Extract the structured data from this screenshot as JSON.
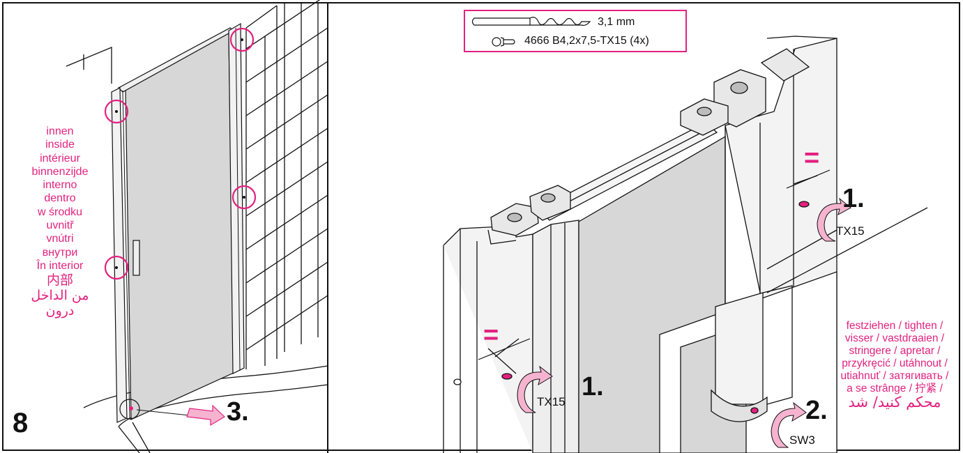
{
  "step": {
    "number": "8"
  },
  "inside_labels": [
    "innen",
    "inside",
    "intérieur",
    "binnenzijde",
    "interno",
    "dentro",
    "w środku",
    "uvnitř",
    "vnútri",
    "внутри",
    "În interior",
    "内部",
    "من الداخل",
    "درون"
  ],
  "hardware": {
    "drill": "3,1 mm",
    "screw": "4666 B4,2x7,5-TX15 (4x)"
  },
  "sub_steps": {
    "one": "1.",
    "two": "2.",
    "three": "3."
  },
  "tools": {
    "tx15": "TX15",
    "sw3": "SW3"
  },
  "equal_sign": "=",
  "tighten_lines": [
    "festziehen / tighten /",
    "visser / vastdraaien /",
    "stringere / apretar /",
    "przykręcić / utáhnout /",
    "utiahnuť / затягивать /",
    "a se strânge / 拧紧 /",
    "محکم کنید/ شد"
  ],
  "colors": {
    "accent": "#e2217f",
    "glass": "#d7d7d7",
    "frame": "#f0f0f0",
    "line": "#111111"
  }
}
